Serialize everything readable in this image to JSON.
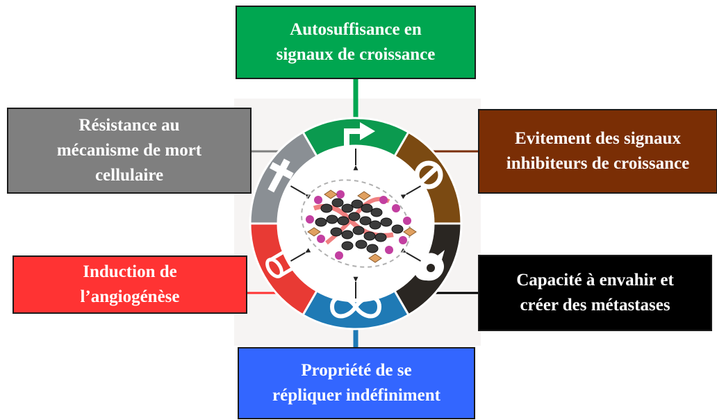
{
  "colors": {
    "green": "#00a650",
    "gray": "#7f7f7f",
    "brown": "#7a2e05",
    "red": "#ff3333",
    "black": "#000000",
    "blue": "#3366ff",
    "sector_green": "#0b9a4f",
    "sector_brown": "#7b4a12",
    "sector_black": "#2a2622",
    "sector_blue": "#1f7ab5",
    "sector_red": "#e83a34",
    "sector_gray": "#8a8f94",
    "cell_dark": "#3b3b3b",
    "cell_magenta": "#c23fa0",
    "vessel": "#f08080",
    "fibroblast": "#e0a060"
  },
  "boxes": {
    "green": {
      "lines": [
        "Autosuffisance en",
        "signaux de croissance"
      ]
    },
    "gray": {
      "lines": [
        "Résistance au",
        "mécanisme de mort",
        "cellulaire"
      ]
    },
    "brown": {
      "lines": [
        "Evitement des signaux",
        "inhibiteurs de croissance"
      ]
    },
    "red": {
      "lines": [
        "Induction de",
        "l’angiogénèse"
      ]
    },
    "black": {
      "lines": [
        "Capacité à envahir et",
        "créer des métastases"
      ]
    },
    "blue": {
      "lines": [
        "Propriété de se",
        "répliquer indéfiniment"
      ]
    }
  },
  "icons": {
    "green": "turn-right-arrow-icon",
    "brown": "prohibition-icon",
    "black": "invasive-cell-icon",
    "blue": "infinity-icon",
    "red": "blood-vessel-icon",
    "gray": "cross-icon"
  }
}
